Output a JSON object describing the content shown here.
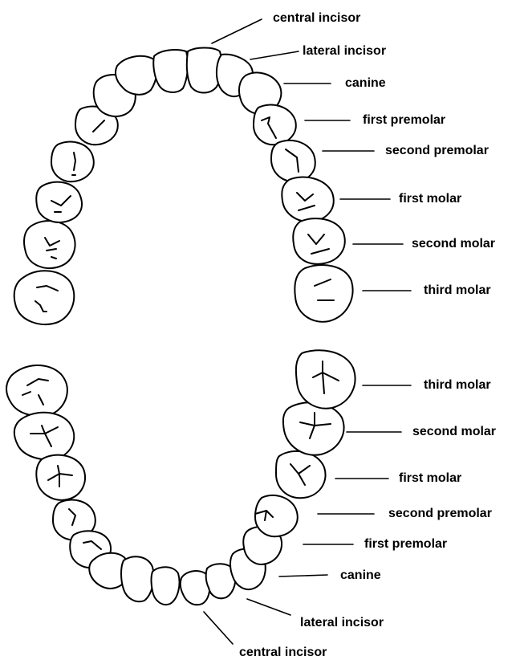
{
  "upper_arch": {
    "labels": {
      "central_incisor": "central incisor",
      "lateral_incisor": "lateral incisor",
      "canine": "canine",
      "first_premolar": "first premolar",
      "second_premolar": "second premolar",
      "first_molar": "first molar",
      "second_molar": "second molar",
      "third_molar": "third molar"
    }
  },
  "lower_arch": {
    "labels": {
      "third_molar": "third molar",
      "second_molar": "second molar",
      "first_molar": "first molar",
      "second_premolar": "second premolar",
      "first_premolar": "first premolar",
      "canine": "canine",
      "lateral_incisor": "lateral incisor",
      "central_incisor": "central incisor"
    }
  },
  "colors": {
    "stroke": "#000000",
    "background": "#ffffff"
  }
}
